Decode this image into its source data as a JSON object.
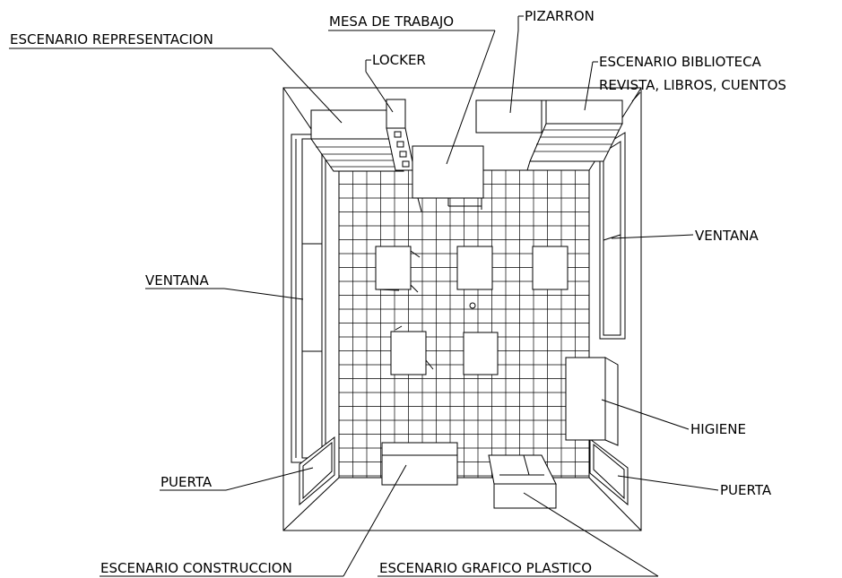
{
  "labels": {
    "mesa_de_trabajo": "MESA DE TRABAJO",
    "pizarron": "PIZARRON",
    "escenario_representacion": "ESCENARIO REPRESENTACION",
    "locker": "LOCKER",
    "escenario_biblioteca_1": "ESCENARIO BIBLIOTECA",
    "escenario_biblioteca_2": "REVISTA, LIBROS, CUENTOS",
    "ventana_right": "VENTANA",
    "ventana_left": "VENTANA",
    "higiene": "HIGIENE",
    "puerta_left": "PUERTA",
    "puerta_right": "PUERTA",
    "escenario_construccion": "ESCENARIO CONSTRUCCION",
    "escenario_grafico_plastico": "ESCENARIO GRAFICO PLASTICO"
  }
}
